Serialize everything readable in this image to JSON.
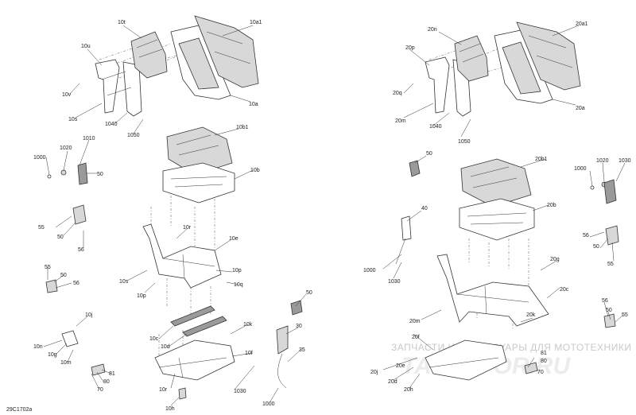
{
  "diagram_id": "29C1702a",
  "watermark": {
    "tagline": "ЗАПЧАСТИ И АКСЕССУАРЫ ДЛЯ МОТОТЕХНИКИ",
    "logo": "TARTSFOR.RU"
  },
  "callouts": {
    "l_10t": "10t",
    "l_10a1": "10a1",
    "l_10u": "10u",
    "l_10v": "10v",
    "l_10a": "10a",
    "l_10s_top": "10s",
    "l_1040_l": "1040",
    "l_1050_l": "1050",
    "l_10b1": "10b1",
    "l_10b": "10b",
    "l_1000_l": "1000",
    "l_1020_l": "1020",
    "l_1010": "1010",
    "l_50_a": "50",
    "l_55_a": "55",
    "l_50_b": "50",
    "l_56_a": "56",
    "l_55_b": "55",
    "l_50_c": "50",
    "l_56_b": "56",
    "l_10r_top": "10r",
    "l_10e": "10e",
    "l_10p_r": "10p",
    "l_10s_mid": "10s",
    "l_10q": "10q",
    "l_10p_l": "10p",
    "l_10j": "10j",
    "l_10n": "10n",
    "l_10g": "10g",
    "l_10m": "10m",
    "l_81_l": "81",
    "l_80_l": "80",
    "l_70_l": "70",
    "l_10c": "10c",
    "l_10d": "10d",
    "l_10k": "10k",
    "l_10f": "10f",
    "l_10r_bot": "10r",
    "l_10h": "10h",
    "l_1030_l": "1030",
    "l_1000_bot": "1000",
    "l_50_d": "50",
    "l_30": "30",
    "l_35": "35",
    "l_20n": "20n",
    "l_20a1": "20a1",
    "l_20p": "20p",
    "l_20q": "20q",
    "l_20a": "20a",
    "l_20m_top": "20m",
    "l_1040_r": "1040",
    "l_1050_r": "1050",
    "l_50_e": "50",
    "l_20b1": "20b1",
    "l_20b": "20b",
    "l_1000_r": "1000",
    "l_1020_r": "1020",
    "l_1030_r": "1030",
    "l_40": "40",
    "l_1000_r2": "1000",
    "l_1030_r2": "1030",
    "l_50_f": "50",
    "l_56_c": "56",
    "l_55_c": "55",
    "l_20g": "20g",
    "l_20c": "20c",
    "l_20m_bot": "20m",
    "l_20k": "20k",
    "l_56_d": "56",
    "l_50_g": "50",
    "l_55_d": "55",
    "l_20f": "20f",
    "l_20e": "20e",
    "l_20j": "20j",
    "l_20d": "20d",
    "l_20h": "20h",
    "l_81_r": "81",
    "l_80_r": "80",
    "l_70_r": "70"
  }
}
